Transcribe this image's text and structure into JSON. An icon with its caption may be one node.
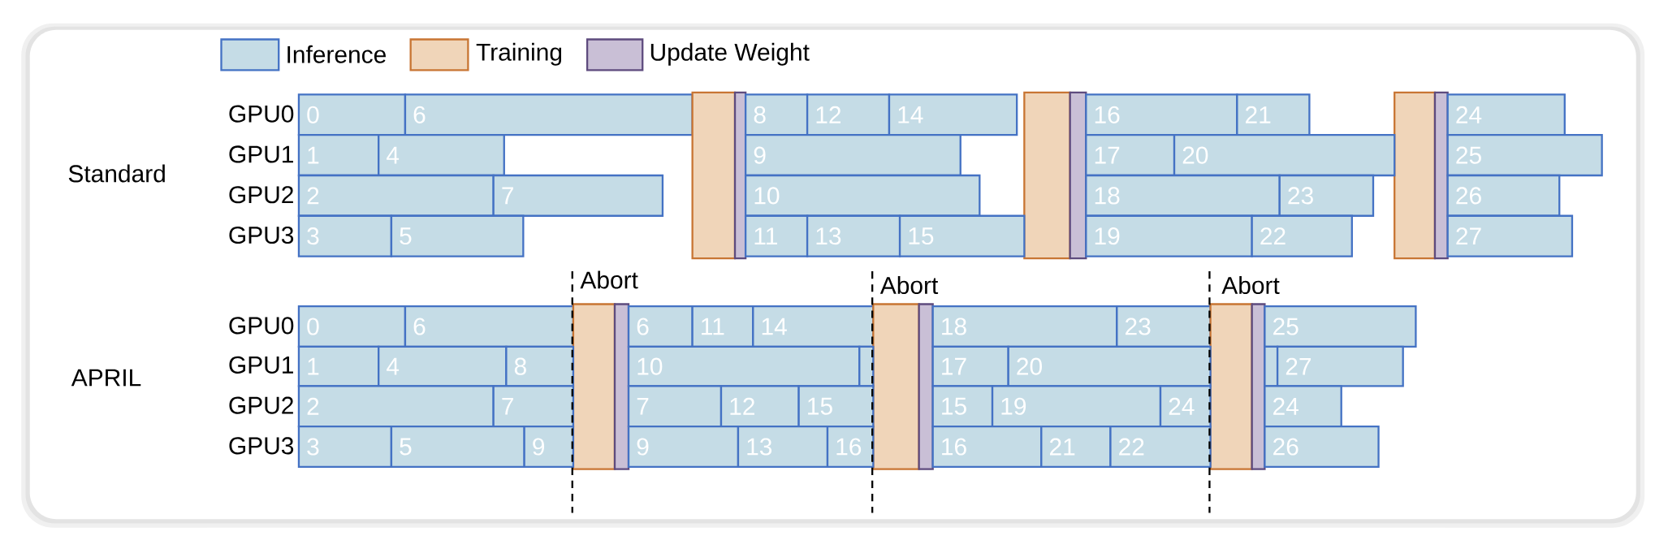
{
  "diagram": {
    "nodes": [
      {
        "text": [
          "0"
        ]
      },
      {
        "text": [
          "6"
        ]
      },
      {
        "text": [],
        "shape": "box"
      },
      {
        "text": [],
        "shape": "box"
      },
      {
        "text": [
          "8"
        ]
      },
      {
        "text": [
          "12"
        ]
      },
      {
        "text": [
          "14"
        ]
      },
      {
        "text": [],
        "shape": "box"
      },
      {
        "text": [],
        "shape": "box"
      },
      {
        "text": [
          "16"
        ]
      },
      {
        "text": [
          "21"
        ]
      },
      {
        "text": [],
        "shape": "box"
      },
      {
        "text": [],
        "shape": "box"
      },
      {
        "text": [
          "24"
        ]
      },
      {
        "text": [
          "1"
        ]
      },
      {
        "text": [
          "4"
        ]
      },
      {
        "text": [
          "9"
        ]
      },
      {
        "text": [
          "17"
        ]
      },
      {
        "text": [
          "20"
        ]
      },
      {
        "text": [
          "25"
        ]
      },
      {
        "text": [
          "2"
        ]
      },
      {
        "text": [
          "7"
        ]
      },
      {
        "text": [
          "10"
        ]
      },
      {
        "text": [
          "18"
        ]
      },
      {
        "text": [
          "23"
        ]
      },
      {
        "text": [
          "26"
        ]
      },
      {
        "text": [
          "3"
        ]
      },
      {
        "text": [
          "5"
        ]
      },
      {
        "text": [
          "11"
        ]
      },
      {
        "text": [
          "13"
        ]
      },
      {
        "text": [
          "15"
        ]
      },
      {
        "text": [
          "19"
        ]
      },
      {
        "text": [
          "22"
        ]
      },
      {
        "text": [
          "27"
        ]
      },
      {
        "text": [
          "0"
        ]
      },
      {
        "text": [
          "6"
        ]
      },
      {
        "text": [],
        "shape": "box"
      },
      {
        "text": [],
        "shape": "box"
      },
      {
        "text": [
          "6"
        ]
      },
      {
        "text": [
          "11"
        ]
      },
      {
        "text": [
          "14"
        ]
      },
      {
        "text": [],
        "shape": "box"
      },
      {
        "text": [],
        "shape": "box"
      },
      {
        "text": [
          "18"
        ]
      },
      {
        "text": [
          "23"
        ]
      },
      {
        "text": [],
        "shape": "box"
      },
      {
        "text": [],
        "shape": "box"
      },
      {
        "text": [
          "25"
        ]
      },
      {
        "text": [
          "1"
        ]
      },
      {
        "text": [
          "4"
        ]
      },
      {
        "text": [
          "8"
        ]
      },
      {
        "text": [
          "10"
        ]
      },
      {
        "text": [],
        "shape": "box"
      },
      {
        "text": [
          "17"
        ]
      },
      {
        "text": [
          "20"
        ]
      },
      {
        "text": [],
        "shape": "box"
      },
      {
        "text": [
          "27"
        ]
      },
      {
        "text": [
          "2"
        ]
      },
      {
        "text": [
          "7"
        ]
      },
      {
        "text": [
          "7"
        ]
      },
      {
        "text": [
          "12"
        ]
      },
      {
        "text": [
          "15"
        ]
      },
      {
        "text": [
          "15"
        ]
      },
      {
        "text": [
          "19"
        ]
      },
      {
        "text": [
          "24"
        ]
      },
      {
        "text": [
          "24"
        ]
      },
      {
        "text": [
          "3"
        ]
      },
      {
        "text": [
          "5"
        ]
      },
      {
        "text": [
          "9"
        ]
      },
      {
        "text": [
          "9"
        ]
      },
      {
        "text": [
          "13"
        ]
      },
      {
        "text": [
          "16"
        ]
      },
      {
        "text": [
          "16"
        ]
      },
      {
        "text": [
          "21"
        ]
      },
      {
        "text": [
          "22"
        ]
      },
      {
        "text": [
          "26"
        ]
      }
    ],
    "labels": [
      "Standard",
      "GPU0",
      "GPU1",
      "GPU2",
      "GPU3",
      "Abort",
      "Abort",
      "Abort",
      "APRIL",
      "GPU0",
      "GPU1",
      "GPU2",
      "GPU3"
    ],
    "legend": [
      {
        "text": "Inference",
        "color": "#c5dce6"
      },
      {
        "text": "Training",
        "color": "#f0d5b9"
      },
      {
        "text": "Update Weight",
        "color": "#c9bfd6"
      }
    ]
  }
}
